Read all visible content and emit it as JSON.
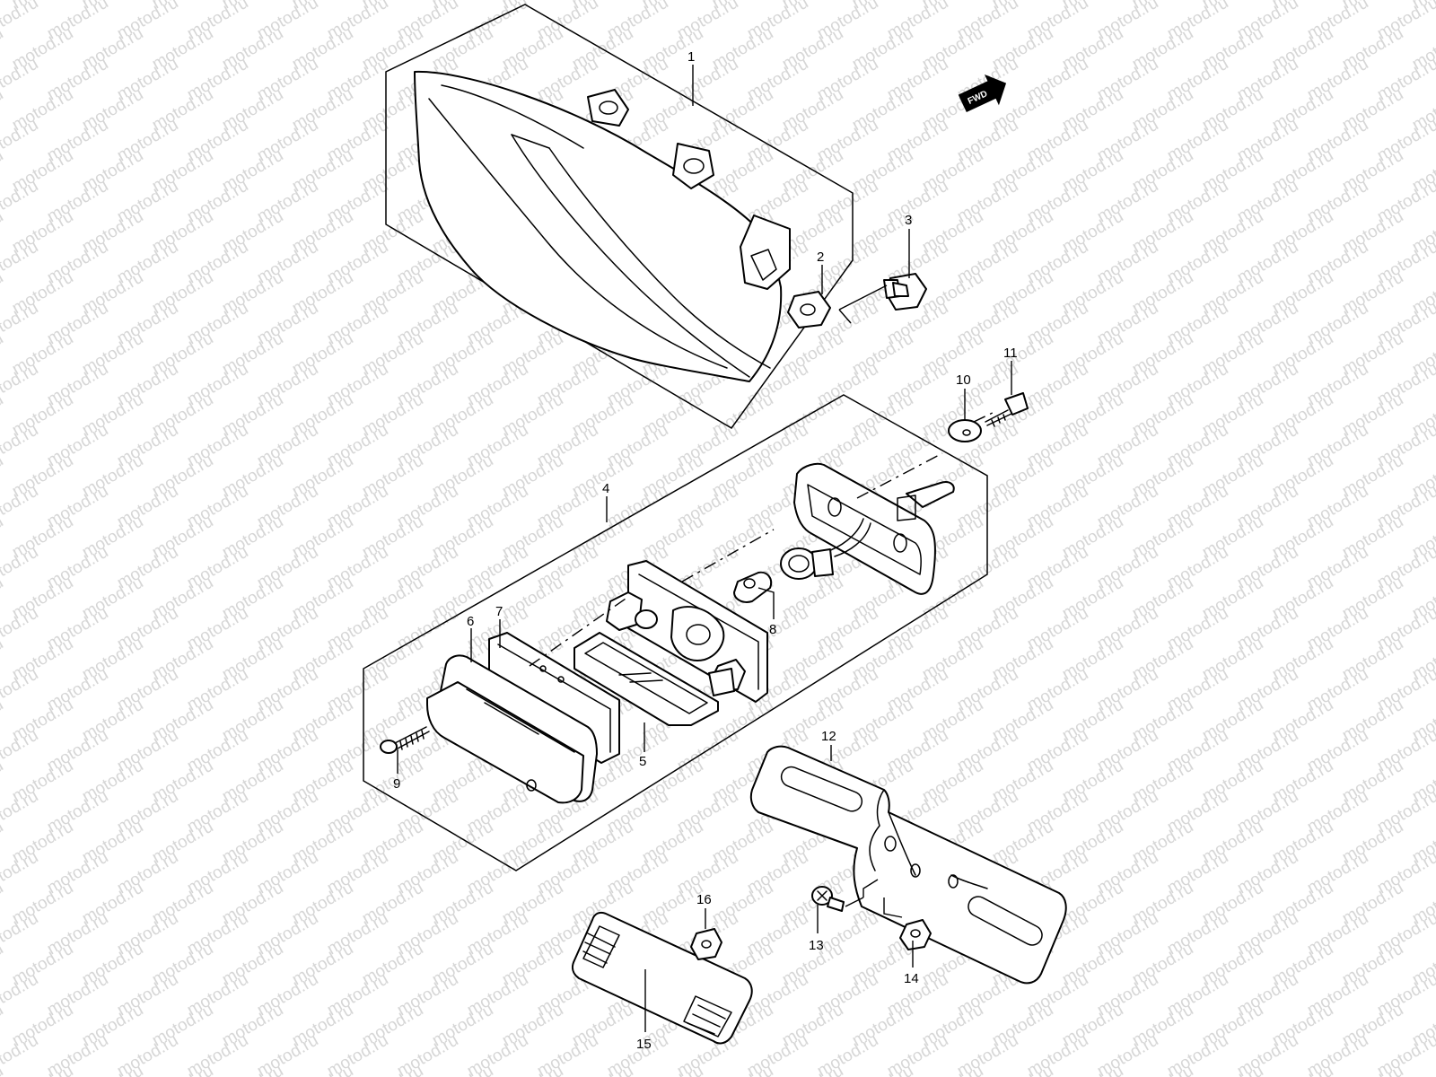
{
  "watermark": "motod.ru",
  "direction_badge": "FWD",
  "callouts": {
    "c1": "1",
    "c2": "2",
    "c3": "3",
    "c4": "4",
    "c5": "5",
    "c6": "6",
    "c7": "7",
    "c8": "8",
    "c9": "9",
    "c10": "10",
    "c11": "11",
    "c12": "12",
    "c13": "13",
    "c14": "14",
    "c15": "15",
    "c16": "16"
  },
  "colors": {
    "line": "#000000",
    "watermark": "#d6d6d6",
    "background": "#ffffff"
  },
  "icons": {
    "direction_badge": "fwd-arrow-icon"
  }
}
